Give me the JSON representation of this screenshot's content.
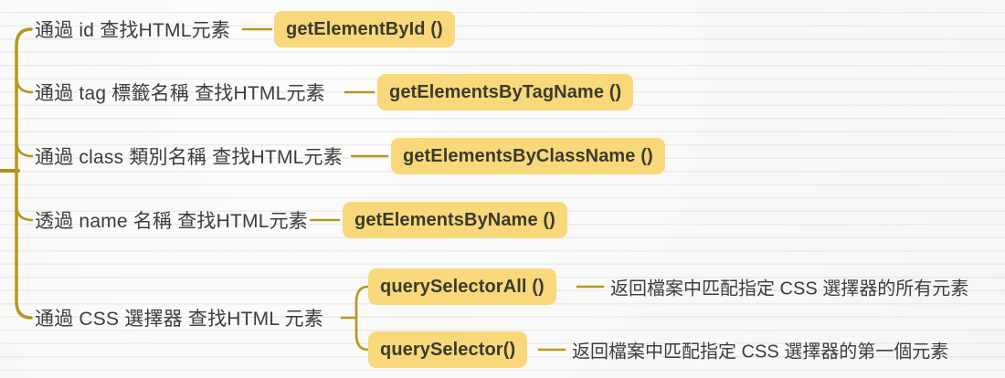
{
  "palette": {
    "branch_line": "#b5981f",
    "box_background": "#f8d87a",
    "box_text": "#3b3b2d",
    "label_text": "#3d3d3d",
    "page_background": "#f7f7f5"
  },
  "mindmap": {
    "branches": [
      {
        "label": "通過 id 查找HTML元素",
        "method": "getElementById ()"
      },
      {
        "label": "通過 tag 標籤名稱 查找HTML元素",
        "method": "getElementsByTagName ()"
      },
      {
        "label": "通過 class 類別名稱 查找HTML元素",
        "method": "getElementsByClassName ()"
      },
      {
        "label": "透過 name 名稱 查找HTML元素",
        "method": "getElementsByName ()"
      },
      {
        "label": "通過 CSS 選擇器 查找HTML 元素",
        "children": [
          {
            "method": "querySelectorAll ()",
            "description": "返回檔案中匹配指定 CSS 選擇器的所有元素"
          },
          {
            "method": "querySelector()",
            "description": "返回檔案中匹配指定 CSS 選擇器的第一個元素"
          }
        ]
      }
    ]
  }
}
